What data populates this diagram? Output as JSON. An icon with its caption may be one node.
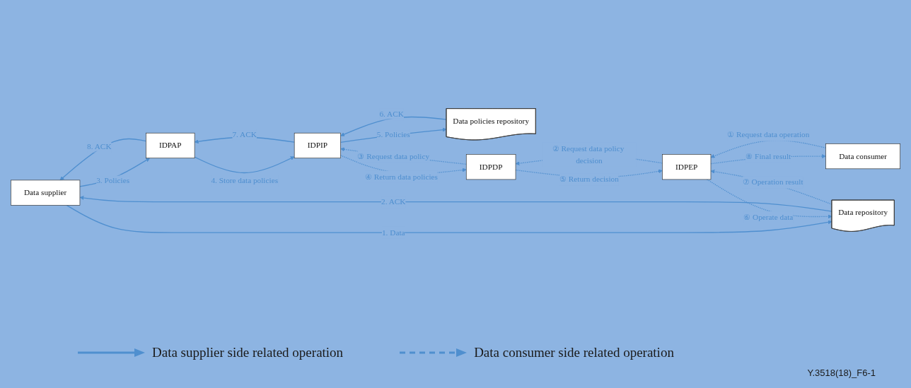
{
  "diagram": {
    "nodes": [
      {
        "text": [
          "Data supplier"
        ]
      },
      {
        "text": [
          "IDPAP"
        ]
      },
      {
        "text": [
          "Data policies repository"
        ]
      },
      {
        "text": [
          "IDPIP"
        ]
      },
      {
        "text": [
          "Data repository"
        ]
      },
      {
        "text": [
          "Data consumer"
        ]
      },
      {
        "text": [
          "IDPEP"
        ]
      },
      {
        "text": [
          "IDPDP"
        ]
      }
    ],
    "edges": [
      {
        "from": 1,
        "to": 0,
        "arrow": "to",
        "label": "8. ACK"
      },
      {
        "from": 0,
        "to": 1,
        "arrow": "to",
        "label": "3. Policies"
      },
      {
        "from": 0,
        "to": 4,
        "arrow": "to",
        "label": "1. Data"
      },
      {
        "from": 4,
        "to": 0,
        "arrow": "to",
        "label": "2. ACK"
      },
      {
        "from": 3,
        "to": 1,
        "arrow": "to",
        "label": "7. ACK"
      },
      {
        "from": 1,
        "to": 3,
        "arrow": "to",
        "label": "4. Store data policies"
      },
      {
        "from": 2,
        "to": 3,
        "arrow": "to",
        "label": "6. ACK"
      },
      {
        "from": 3,
        "to": 2,
        "arrow": "to",
        "label": "5. Policies"
      },
      {
        "from": 4,
        "to": 6,
        "arrow": "to",
        "label": "⑦ Operation result",
        "style": "dashed"
      },
      {
        "from": 6,
        "to": 4,
        "arrow": "to",
        "label": "⑥ Operate data",
        "style": "dashed"
      },
      {
        "from": 3,
        "to": 7,
        "arrow": "to",
        "label": "④ Return data policies",
        "style": "dashed"
      },
      {
        "from": 7,
        "to": 3,
        "arrow": "to",
        "label": "③ Request data policy",
        "style": "dashed"
      },
      {
        "from": 6,
        "to": 5,
        "arrow": "to",
        "label": "⑧ Final result",
        "style": "dashed"
      },
      {
        "from": 5,
        "to": 6,
        "arrow": "to",
        "label": "① Request data operation",
        "style": "dashed"
      },
      {
        "from": 7,
        "to": 6,
        "arrow": "to",
        "label": "⑤ Return decision",
        "style": "dashed"
      },
      {
        "from": 6,
        "to": 7,
        "arrow": "to",
        "label": "② Request data policy decision",
        "style": "dashed"
      }
    ],
    "labels": [
      "Y.3518(18)_F6-1"
    ],
    "legend": [
      {
        "text": "Data supplier side related operation"
      },
      {
        "text": "Data consumer side related operation"
      }
    ]
  }
}
